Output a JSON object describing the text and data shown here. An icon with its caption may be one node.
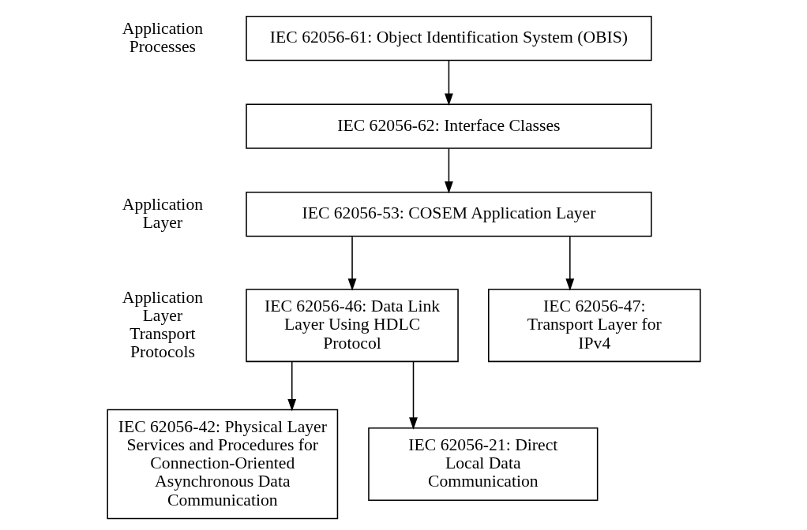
{
  "diagram": {
    "nodes": [
      {
        "text": [
          "IEC 62056-61: Object Identification System (OBIS)"
        ]
      },
      {
        "text": [
          "IEC 62056-62: Interface Classes"
        ]
      },
      {
        "text": [
          "IEC 62056-53: COSEM Application Layer"
        ]
      },
      {
        "text": [
          "IEC 62056-46: Data Link Layer Using HDLC Protocol"
        ]
      },
      {
        "text": [
          "IEC 62056-47: Transport Layer for IPv4"
        ]
      },
      {
        "text": [
          "IEC 62056-42: Physical Layer Services and Procedures for Connection-Oriented Asynchronous Data Communication"
        ]
      },
      {
        "text": [
          "IEC 62056-21: Direct Local Data Communication"
        ]
      }
    ],
    "edges": [
      {
        "from": 0,
        "to": 1,
        "arrow": "to"
      },
      {
        "from": 1,
        "to": 2,
        "arrow": "to"
      },
      {
        "from": 2,
        "to": 3,
        "arrow": "to"
      },
      {
        "from": 2,
        "to": 4,
        "arrow": "to"
      },
      {
        "from": 3,
        "to": 5,
        "arrow": "to"
      },
      {
        "from": 3,
        "to": 6,
        "arrow": "to"
      }
    ],
    "labels": [
      "Application Processes",
      "Application Layer",
      "Application Layer Transport Protocols"
    ]
  }
}
